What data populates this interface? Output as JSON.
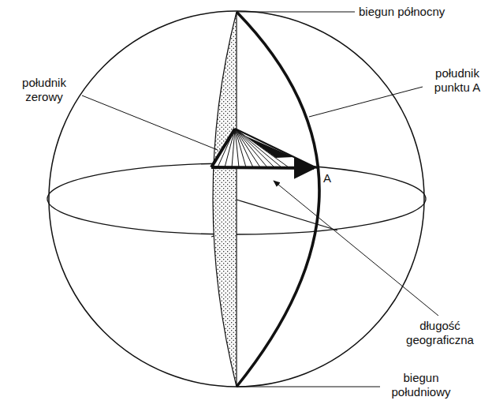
{
  "diagram": {
    "labels": [
      "biegun północny",
      "południk zerowy",
      "południk punktu A",
      "A",
      "długość geograficzna",
      "biegun południowy"
    ]
  }
}
